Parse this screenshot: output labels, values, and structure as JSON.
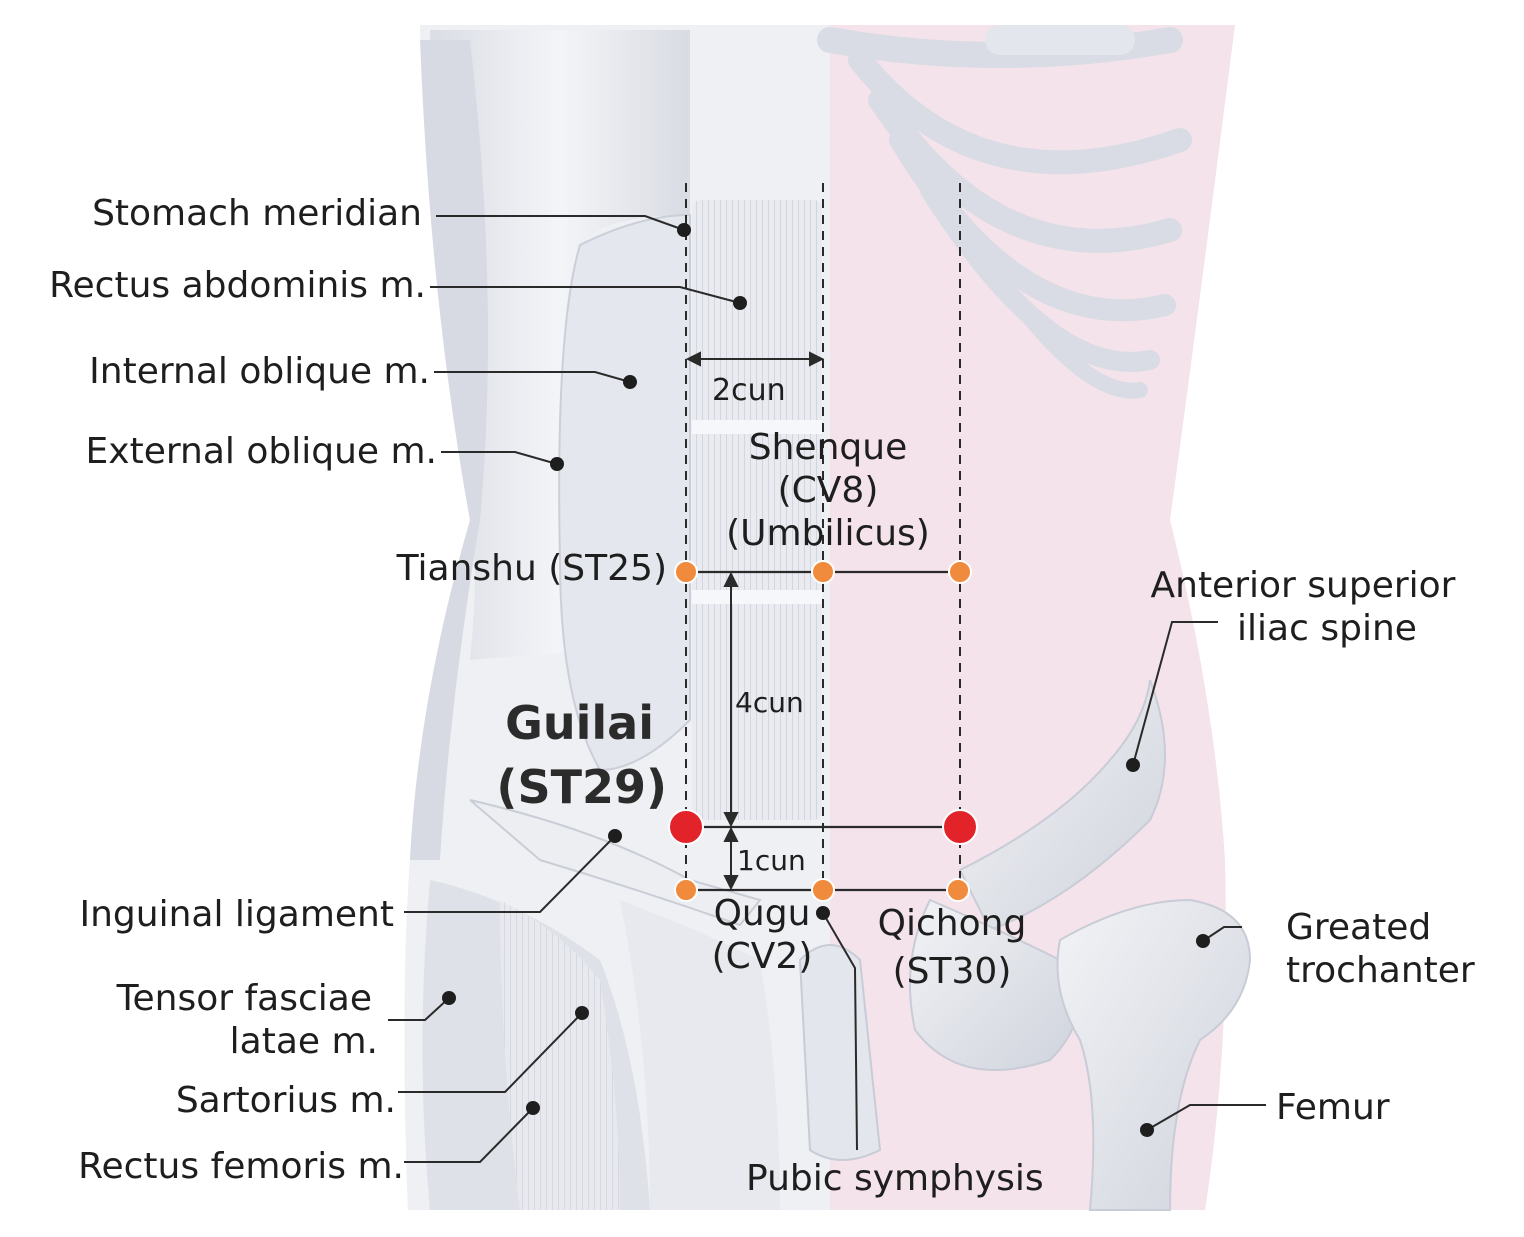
{
  "title": {
    "line1": "Guilai",
    "line2": "(ST29)"
  },
  "labels": {
    "stomach_meridian": "Stomach meridian",
    "rectus_abdominis": "Rectus abdominis m.",
    "internal_oblique": "Internal oblique m.",
    "external_oblique": "External oblique m.",
    "tianshu": "Tianshu (ST25)",
    "inguinal_ligament": "Inguinal ligament",
    "tensor_fasciae_1": "Tensor fasciae",
    "tensor_fasciae_2": "latae m.",
    "sartorius": "Sartorius m.",
    "rectus_femoris": "Rectus femoris m.",
    "shenque_1": "Shenque",
    "shenque_2": "(CV8)",
    "shenque_3": "(Umbilicus)",
    "asis_1": "Anterior superior",
    "asis_2": "iliac spine",
    "qugu_1": "Qugu",
    "qugu_2": "(CV2)",
    "qichong_1": "Qichong",
    "qichong_2": "(ST30)",
    "greater_trochanter_1": "Greated",
    "greater_trochanter_2": "trochanter",
    "femur": "Femur",
    "pubic_symphysis": "Pubic symphysis"
  },
  "measurements": {
    "width_2cun": "2cun",
    "height_4cun": "4cun",
    "height_1cun": "1cun"
  },
  "colors": {
    "acupoint_primary": "#e3232a",
    "acupoint_secondary": "#f08a3c",
    "skin_tint": "#f6dde5",
    "bone": "#e6e8ee",
    "line": "#2a2a2a"
  }
}
